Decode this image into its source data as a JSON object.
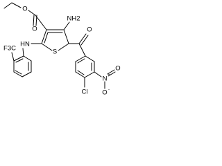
{
  "structure": {
    "atom_labels": {
      "ester_o1": "O",
      "ester_o2": "O",
      "amine": "NH2",
      "thiophene_s": "S",
      "anilino_nh": "HN",
      "ketone_o": "O",
      "cf3": "F3C",
      "nitro_n": "N",
      "nitro_o1": "O",
      "nitro_o2": "O",
      "chloro": "Cl"
    },
    "charges": {
      "nitro_plus": "+",
      "nitro_minus": "-"
    }
  }
}
